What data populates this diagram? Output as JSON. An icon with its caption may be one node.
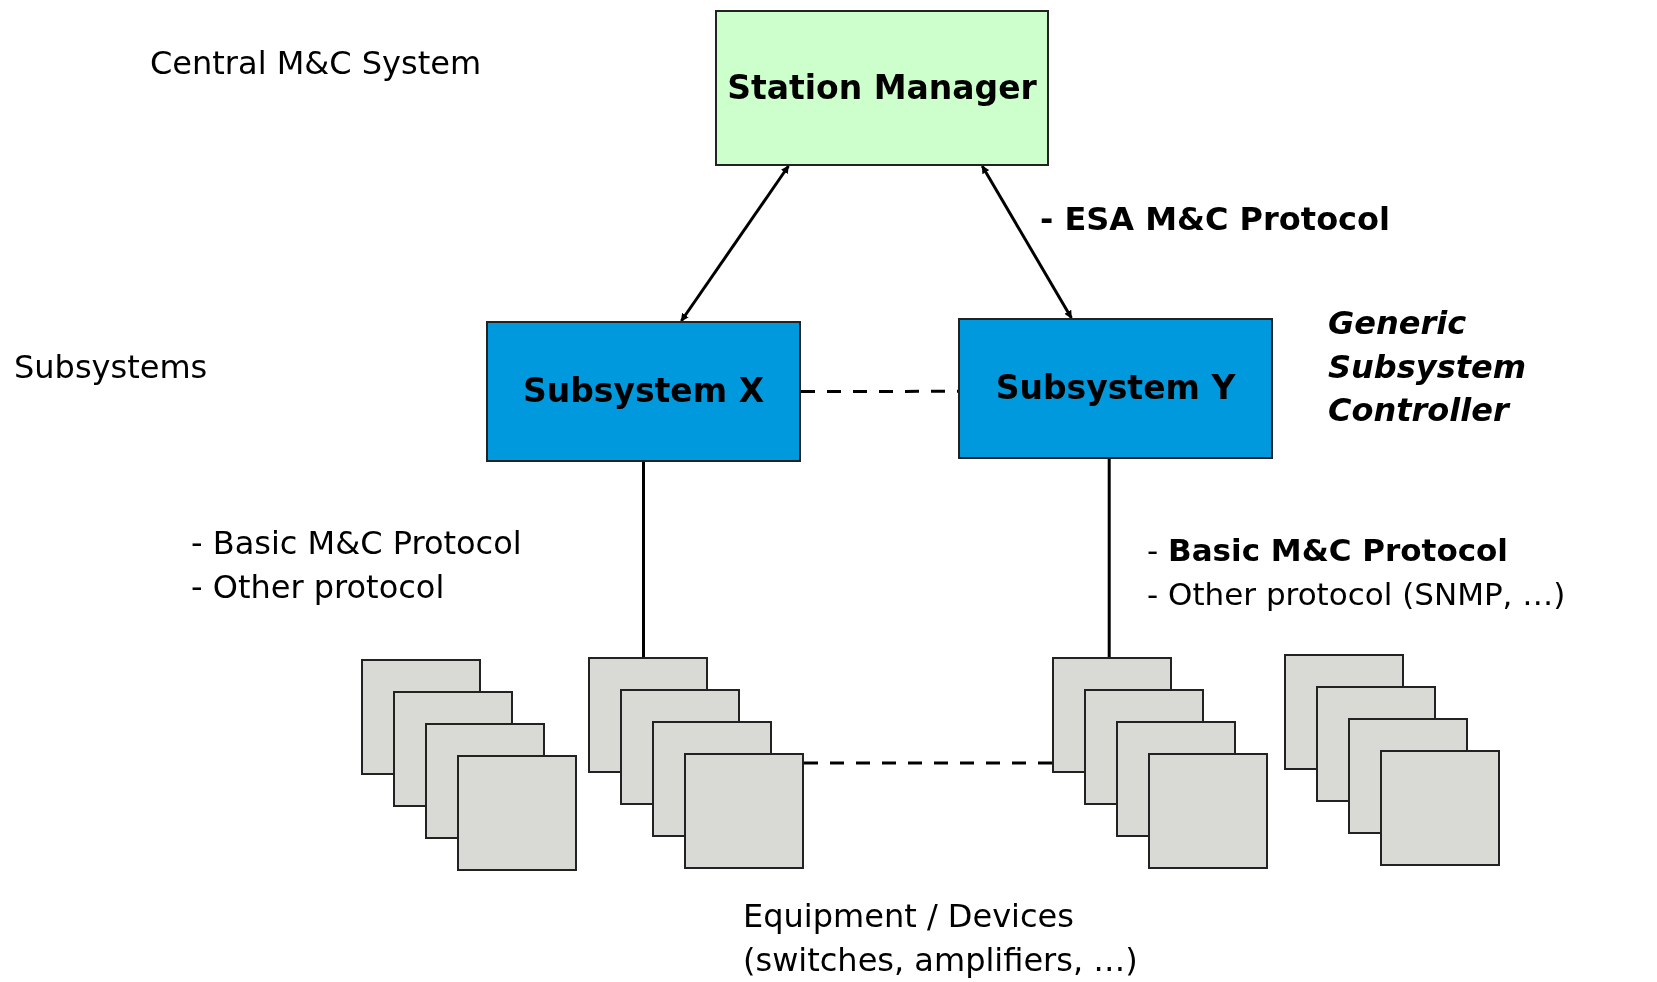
{
  "diagram": {
    "nodes": [
      {
        "text": [
          "Station Manager"
        ]
      },
      {
        "text": [
          "Subsystem X"
        ]
      },
      {
        "text": [
          "Subsystem Y"
        ],
        "beside": [
          "Generic Subsystem Controller"
        ]
      },
      {
        "text": [],
        "shape": "box"
      },
      {
        "text": [],
        "shape": "box"
      },
      {
        "text": [],
        "shape": "box"
      },
      {
        "text": [],
        "shape": "box"
      }
    ],
    "edges": [
      {
        "from": 0,
        "to": 1,
        "arrow": "both"
      },
      {
        "from": 0,
        "to": 2,
        "arrow": "both",
        "label": "- ESA M&C Protocol"
      },
      {
        "from": 1,
        "to": 2,
        "arrow": "none",
        "style": "dashed"
      },
      {
        "from": 1,
        "to": 4,
        "arrow": "none"
      },
      {
        "from": 2,
        "to": 5,
        "arrow": "none"
      },
      {
        "from": 4,
        "to": 5,
        "arrow": "none",
        "style": "dashed"
      }
    ],
    "labels": [
      "Central M&C System",
      "Subsystems",
      "- Basic M&C Protocol",
      "- Other protocol",
      "- **Basic M&C Protocol**",
      "- Other protocol (SNMP, …)",
      "Equipment / Devices (switches, amplifiers, …)"
    ]
  }
}
